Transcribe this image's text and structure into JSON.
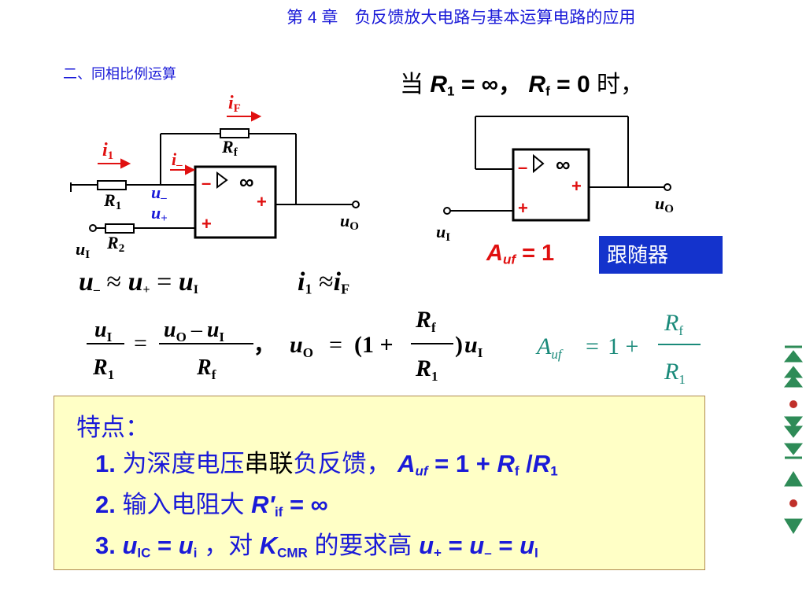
{
  "header": {
    "chapter_title": "第 4 章　负反馈放大电路与基本运算电路的应用",
    "section_title": "二、同相比例运算"
  },
  "condition": {
    "prefix": "当",
    "r1": "R",
    "r1_sub": "1",
    "eq_inf": "= ∞，",
    "rf": "R",
    "rf_sub": "f",
    "eq_zero": "= 0",
    "suffix": "时，"
  },
  "left_circuit": {
    "label_iF": "i",
    "label_iF_sub": "F",
    "label_i1": "i",
    "label_i1_sub": "1",
    "label_iminus": "i",
    "label_iminus_sub": "–",
    "label_Rf": "R",
    "label_Rf_sub": "f",
    "label_R1": "R",
    "label_R1_sub": "1",
    "label_R2": "R",
    "label_R2_sub": "2",
    "label_uminus": "u",
    "label_uminus_sub": "–",
    "label_uplus": "u",
    "label_uplus_sub": "+",
    "label_uI": "u",
    "label_uI_sub": "I",
    "label_uO": "u",
    "label_uO_sub": "O",
    "opamp_minus": "–",
    "opamp_plus": "+",
    "opamp_plus_out": "+",
    "opamp_inf": "∞"
  },
  "right_circuit": {
    "label_uI": "u",
    "label_uI_sub": "I",
    "label_uO": "u",
    "label_uO_sub": "O",
    "opamp_minus": "–",
    "opamp_plus": "+",
    "opamp_plus_out": "+",
    "opamp_inf": "∞",
    "gain_A": "A",
    "gain_sub": "uf",
    "gain_val": "= 1",
    "follower_label": "跟随器"
  },
  "equations": {
    "eq_u": {
      "u1": "u",
      "u1_sub": "–",
      "approx": "≈",
      "u2": "u",
      "u2_sub": "+",
      "eq": "=",
      "u3": "u",
      "u3_sub": "I"
    },
    "eq_i": {
      "i1": "i",
      "i1_sub": "1",
      "approx": "≈",
      "i2": "i",
      "i2_sub": "F"
    },
    "frac_left_num": "u",
    "frac_left_num_sub": "I",
    "frac_left_den": "R",
    "frac_left_den_sub": "1",
    "equals": "=",
    "frac_mid_num_a": "u",
    "frac_mid_num_a_sub": "O",
    "minus": "–",
    "frac_mid_num_b": "u",
    "frac_mid_num_b_sub": "I",
    "frac_mid_den": "R",
    "frac_mid_den_sub": "f",
    "comma": "，",
    "uo": "u",
    "uo_sub": "O",
    "equals2": "=",
    "paren_open": "(1 +",
    "frac_r_num": "R",
    "frac_r_num_sub": "f",
    "frac_r_den": "R",
    "frac_r_den_sub": "1",
    "paren_close": ")",
    "ui": "u",
    "ui_sub": "I",
    "auf": "A",
    "auf_sub": "uf",
    "equals3": "=",
    "one_plus": "1 +",
    "auf_num": "R",
    "auf_num_sub": "f",
    "auf_den": "R",
    "auf_den_sub": "1"
  },
  "features": {
    "title": "特点：",
    "item1": {
      "num": "1.",
      "text_a": "为深度电压",
      "text_b": "串联",
      "text_c": "负反馈，",
      "formula_A": "A",
      "formula_A_sub": "uf",
      "formula_rest": "= 1 +",
      "formula_R": "R",
      "formula_R_sub": "f",
      "formula_slash": "/",
      "formula_R1": "R",
      "formula_R1_sub": "1"
    },
    "item2": {
      "num": "2.",
      "text": "输入电阻大",
      "formula_R": "R′",
      "formula_R_sub": "if",
      "formula_rest": "= ∞"
    },
    "item3": {
      "num": "3.",
      "u_ic": "u",
      "u_ic_sub": "IC",
      "eq": "=",
      "u_i": "u",
      "u_i_sub": "i",
      "text_a": "，对",
      "k": "K",
      "k_sub": "CMR",
      "text_b": "的要求高",
      "u_plus": "u",
      "u_plus_sub": "+",
      "eq2": "=",
      "u_minus": "u",
      "u_minus_sub": "–",
      "eq3": "=",
      "u_I": "u",
      "u_I_sub": "I"
    }
  },
  "colors": {
    "accent_blue": "#1a1ad8",
    "accent_red": "#e01010",
    "follower_bg": "#1433cc",
    "feature_bg": "#ffffc6",
    "nav_green": "#2e8b57"
  },
  "nav_icons": [
    "first-page-icon",
    "prev-section-icon",
    "prev-page-icon",
    "dot-icon",
    "next-page-icon",
    "next-section-icon",
    "last-page-icon",
    "up-icon",
    "dot-icon",
    "down-icon"
  ]
}
